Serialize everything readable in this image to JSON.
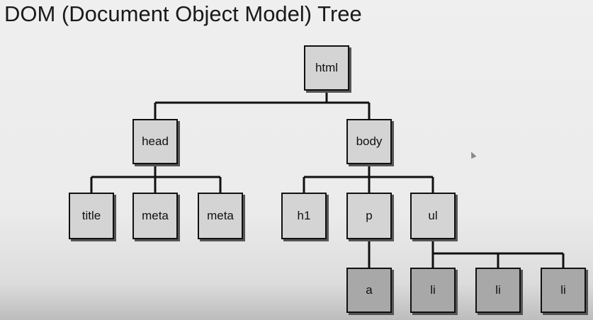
{
  "title": "DOM (Document Object Model) Tree",
  "nodes": {
    "html": "html",
    "head": "head",
    "body": "body",
    "title": "title",
    "meta1": "meta",
    "meta2": "meta",
    "h1": "h1",
    "p": "p",
    "ul": "ul",
    "a": "a",
    "li1": "li",
    "li2": "li",
    "li3": "li"
  },
  "colors": {
    "node_light": "#d4d4d4",
    "node_dark": "#a8a8a8",
    "edge": "#111111"
  }
}
